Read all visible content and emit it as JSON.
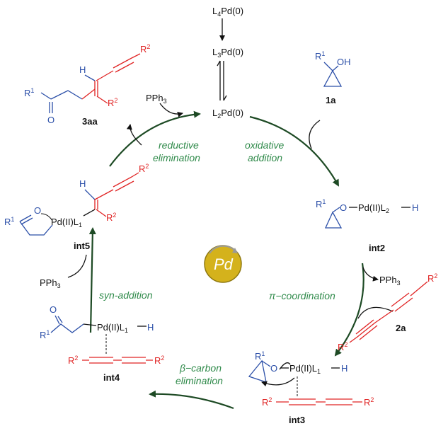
{
  "species": {
    "l4pd": {
      "a": "L",
      "b": "4",
      "c": "Pd(0)"
    },
    "l3pd": {
      "a": "L",
      "b": "3",
      "c": "Pd(0)"
    },
    "l2pd": {
      "a": "L",
      "b": "2",
      "c": "Pd(0)"
    }
  },
  "steps": {
    "oxidative_1": "oxidative",
    "oxidative_2": "addition",
    "reductive_1": "reductive",
    "reductive_2": "elimination",
    "pi_coord": "π−coordination",
    "beta_1": "β−carbon",
    "beta_2": "elimination",
    "syn_add": "syn-addition"
  },
  "labels": {
    "c1a": "1a",
    "c2a": "2a",
    "int2": "int2",
    "int3": "int3",
    "int4": "int4",
    "int5": "int5",
    "p3aa": "3aa",
    "center": "Pd"
  },
  "atoms": {
    "R": "R",
    "one": "1",
    "two": "2",
    "OH": "OH",
    "O": "O",
    "H": "H",
    "Pd_L2": "Pd(II)L",
    "Pd_L1": "Pd(II)L",
    "sub2": "2",
    "sub1": "1",
    "PPh": "PPh",
    "sub3": "3"
  },
  "colors": {
    "cycle_arrow": "#1d4a24",
    "step_text": "#2f8a4a",
    "substrate_blue": "#2b4fa8",
    "alkyne_red": "#e02424",
    "pd_gold": "#d4b21c"
  }
}
